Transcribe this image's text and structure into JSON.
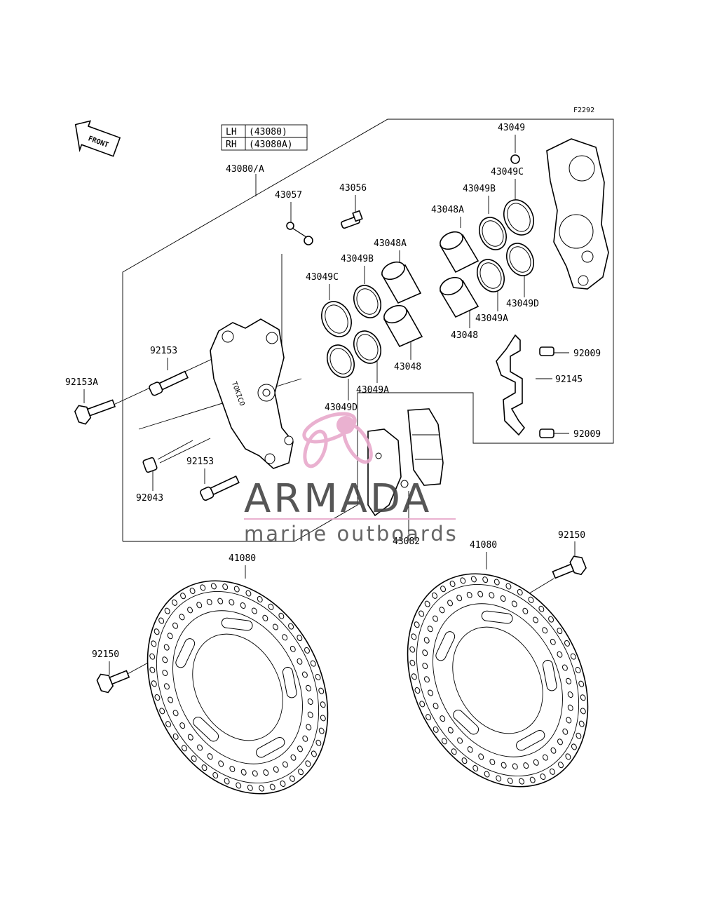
{
  "diagram_code": "F2292",
  "front_arrow_label": "FRONT",
  "side_table": [
    {
      "side": "LH",
      "part": "(43080)"
    },
    {
      "side": "RH",
      "part": "(43080A)"
    }
  ],
  "labels": {
    "assembly": "43080/A",
    "bleeder_cap": "43057",
    "bleeder_valve": "43056",
    "washer_top": "43049",
    "seal_c_right": "43049C",
    "seal_b_right": "43049B",
    "piston_a_right": "43048A",
    "seal_d_right": "43049D",
    "seal_a_right": "43049A",
    "piston_right": "43048",
    "piston_a_left": "43048A",
    "seal_b_left": "43049B",
    "seal_c_left": "43049C",
    "piston_left": "43048",
    "seal_a_left": "43049A",
    "seal_d_left": "43049D",
    "bolt_top": "92153",
    "bolt_a": "92153A",
    "bolt_bottom": "92153",
    "plug": "92043",
    "screw_top": "92009",
    "pad_spring": "92145",
    "screw_bottom": "92009",
    "pads": "43082",
    "disc_left": "41080",
    "disc_right": "41080",
    "disc_bolt_left": "92150",
    "disc_bolt_right": "92150"
  },
  "watermark": {
    "brand": "ARMADA",
    "tagline": "marine outboards",
    "accent_color": "#e8a9cc",
    "text_color": "#555555"
  },
  "caliper_marking": "TOKICO"
}
